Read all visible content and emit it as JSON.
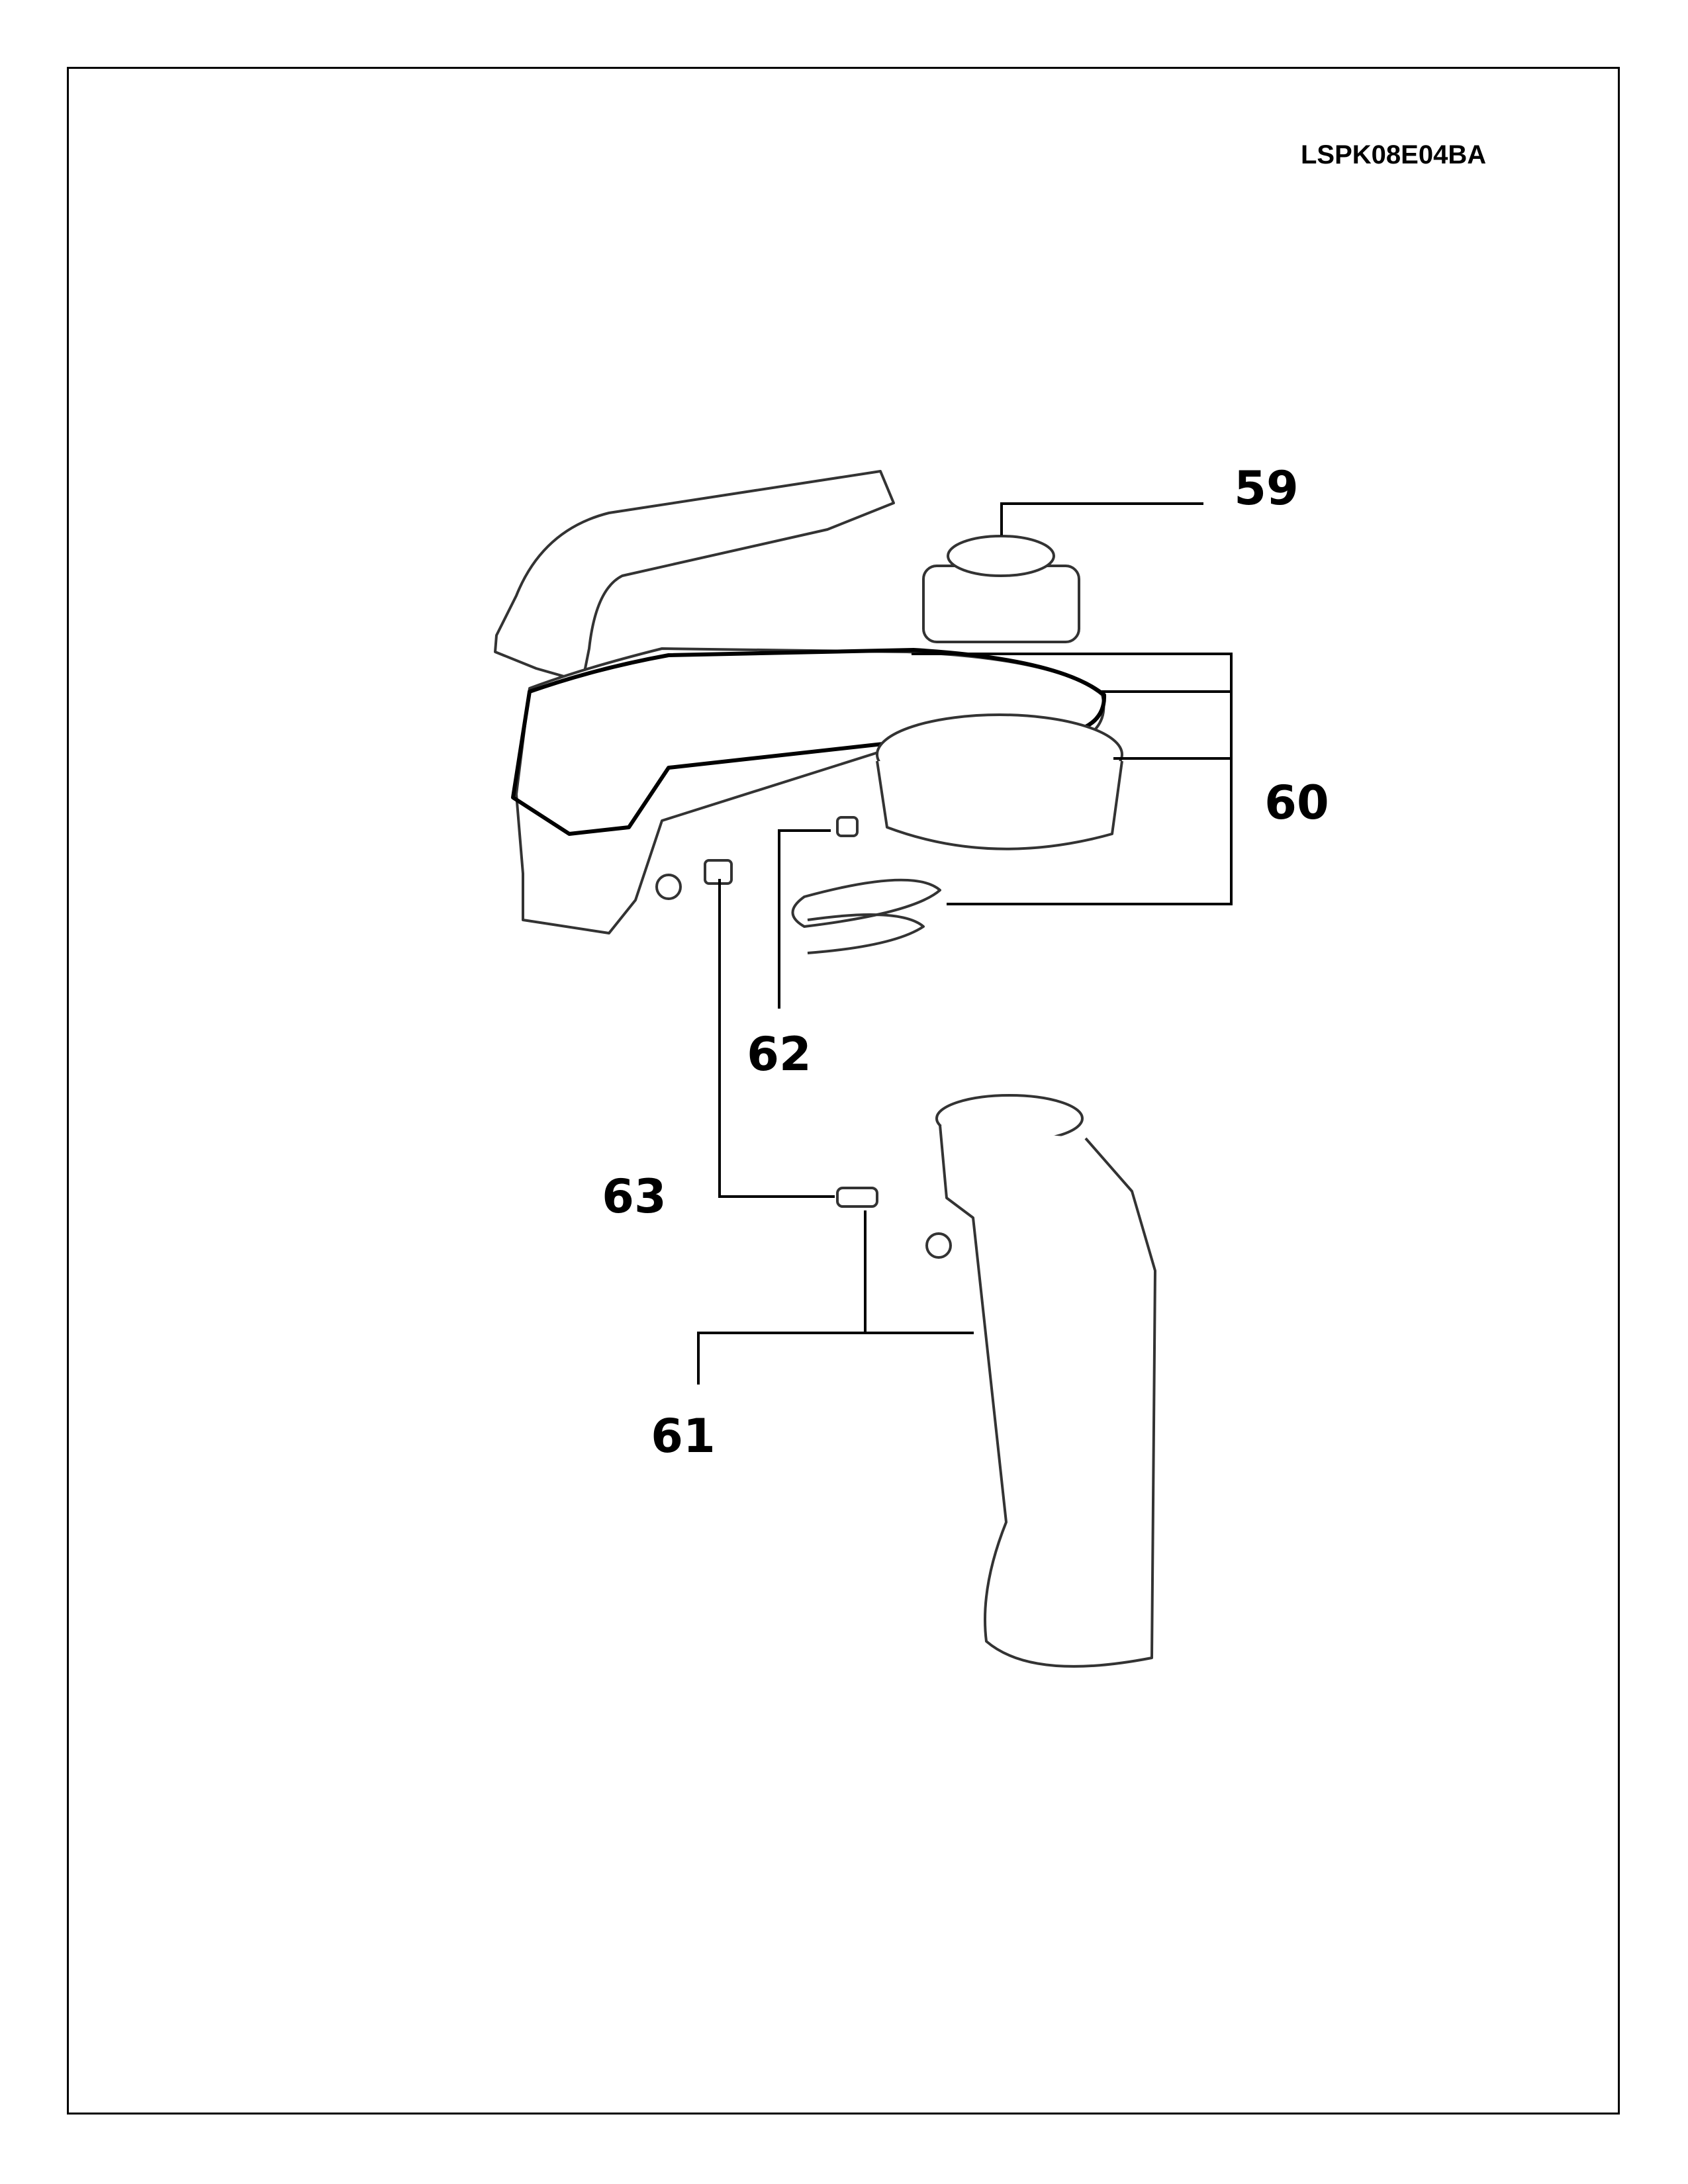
{
  "model_code": "LSPK08E04BA",
  "callouts": {
    "c59": "59",
    "c60": "60",
    "c61": "61",
    "c62": "62",
    "c63": "63"
  },
  "colors": {
    "ink": "#000000",
    "part_fill": "#ffffff",
    "part_line": "#333333"
  }
}
